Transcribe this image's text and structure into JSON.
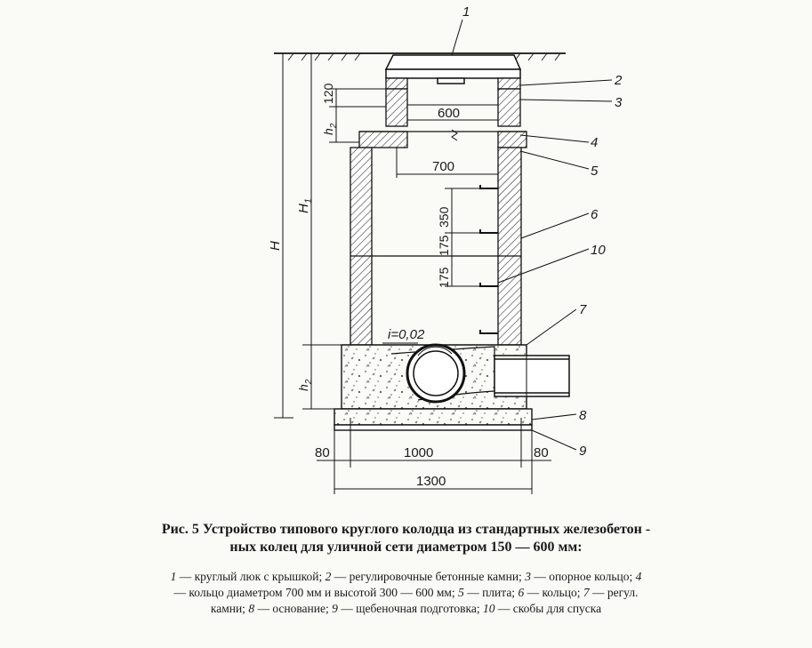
{
  "figure": {
    "callouts": [
      "1",
      "2",
      "3",
      "4",
      "5",
      "6",
      "10",
      "7",
      "8",
      "9"
    ],
    "dims": {
      "d120": "120",
      "h2_top": "h",
      "h2_top_sub": "2",
      "d600": "600",
      "H1": "H",
      "H1_sub": "1",
      "H": "H",
      "d700": "700",
      "d350": "350",
      "d175a": "175",
      "d175b": "175",
      "slope": "i=0,02",
      "h2_bot": "h",
      "h2_bot_sub": "2",
      "d80_left": "80",
      "d1000": "1000",
      "d80_right": "80",
      "d1300": "1300"
    }
  },
  "caption": {
    "line1": "Рис. 5 Устройство типового круглого колодца из стандартных железобетон -",
    "line2": "ных  колец для уличной сети диаметром 150 — 600 мм:"
  },
  "legend": [
    [
      {
        "n": "1",
        "t": " — круглый люк с крышкой; "
      },
      {
        "n": "2",
        "t": " — регулировочные бетонные камни; "
      },
      {
        "n": "3",
        "t": " — опорное кольцо; "
      },
      {
        "n": "4",
        "t": ""
      }
    ],
    [
      {
        "n": "",
        "t": "— кольцо диаметром 700 мм и высотой 300 — 600 мм; "
      },
      {
        "n": "5",
        "t": " — плита; "
      },
      {
        "n": "6",
        "t": " — кольцо; "
      },
      {
        "n": "7",
        "t": " — регул."
      }
    ],
    [
      {
        "n": "",
        "t": "камни; "
      },
      {
        "n": "8",
        "t": " — основание; "
      },
      {
        "n": "9",
        "t": " — щебеночная подготовка; "
      },
      {
        "n": "10",
        "t": " — скобы для спуска"
      }
    ]
  ]
}
